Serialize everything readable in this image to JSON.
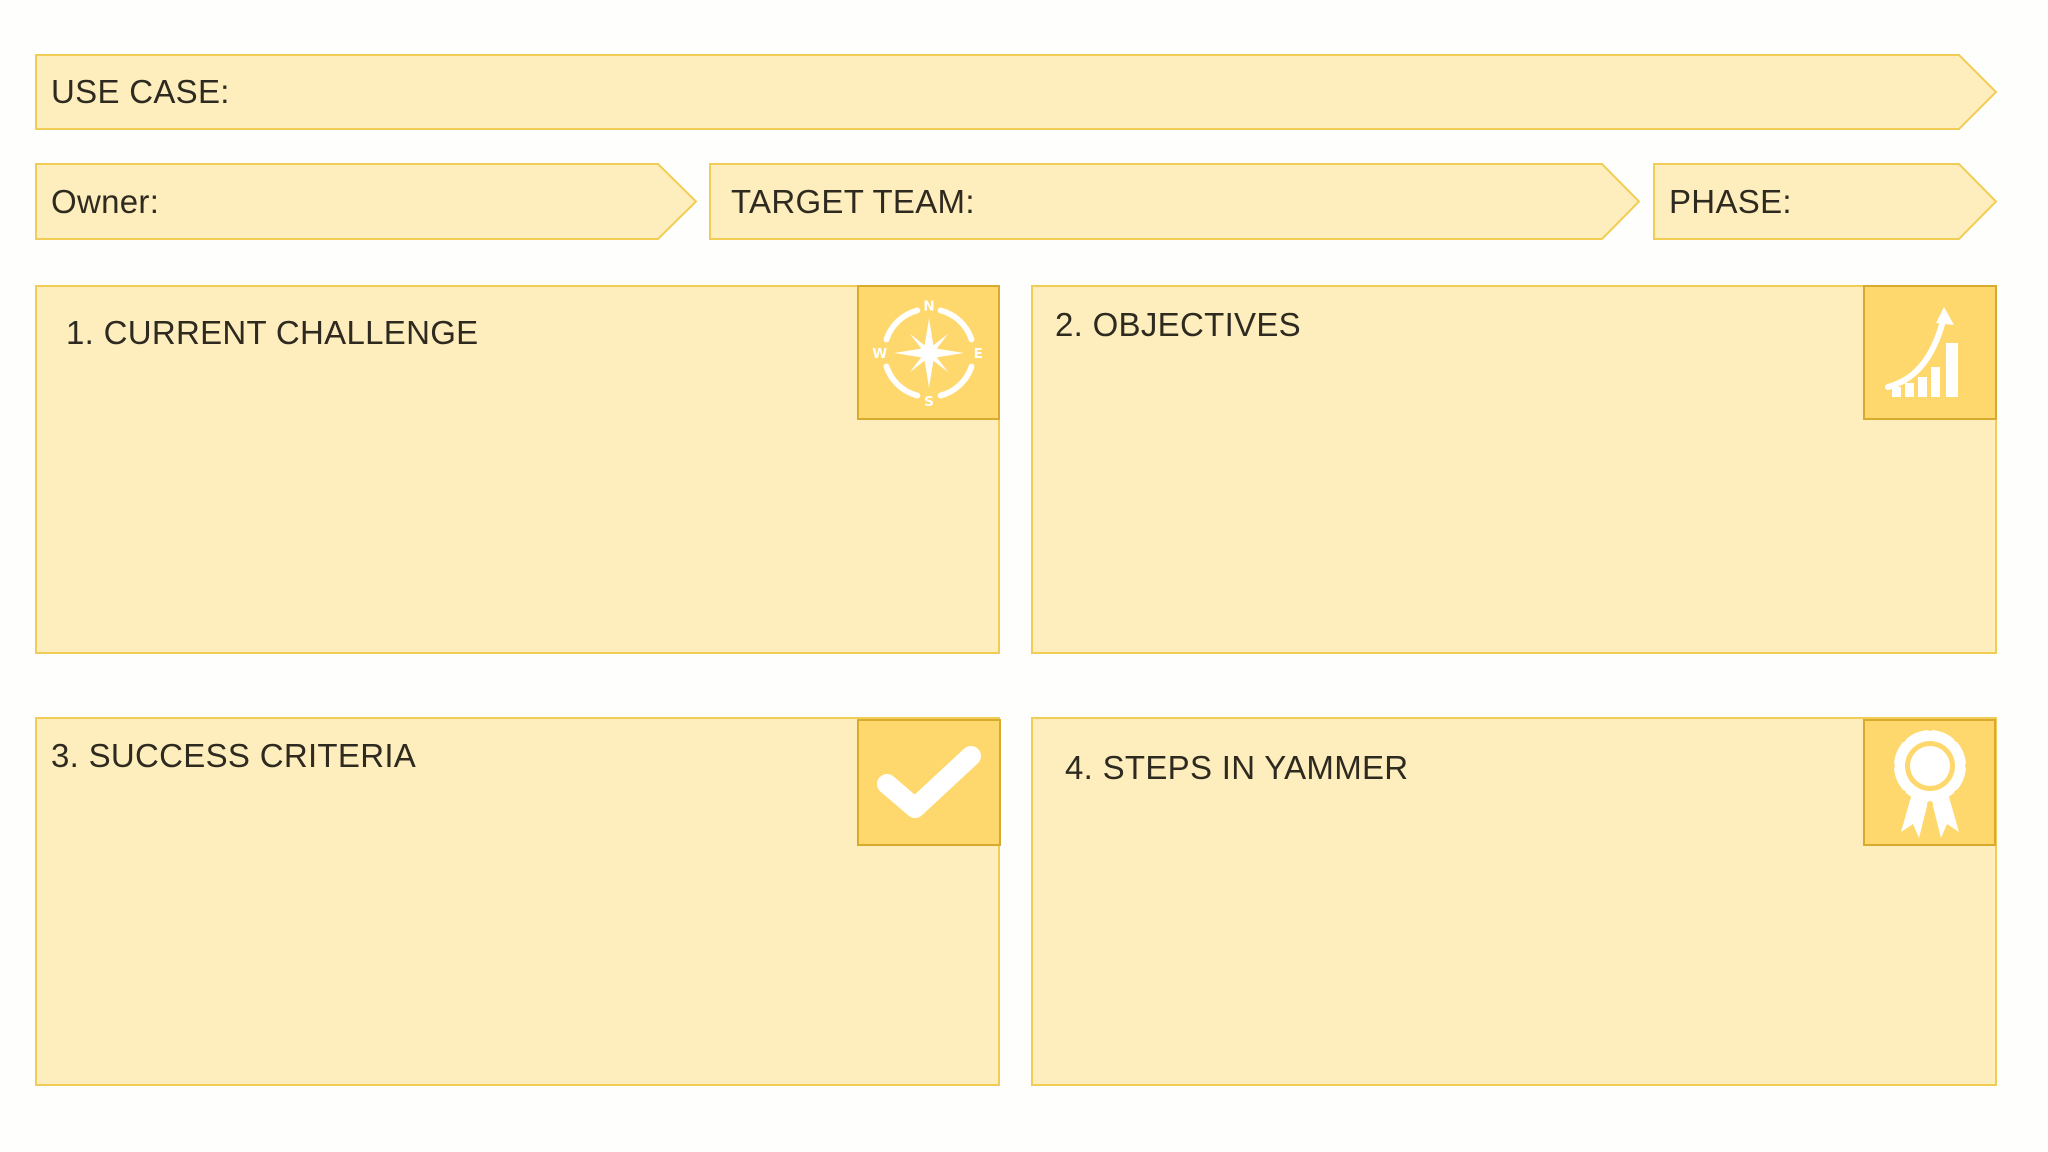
{
  "header": {
    "use_case_label": "USE CASE:",
    "owner_label": "Owner:",
    "target_team_label": "TARGET TEAM:",
    "phase_label": "PHASE:"
  },
  "sections": {
    "challenge": {
      "title": "1. CURRENT CHALLENGE",
      "icon": "compass-icon"
    },
    "objectives": {
      "title": "2. OBJECTIVES",
      "icon": "growth-chart-icon"
    },
    "success": {
      "title": "3. SUCCESS CRITERIA",
      "icon": "checkmark-icon"
    },
    "steps": {
      "title": "4. STEPS IN YAMMER",
      "icon": "award-ribbon-icon"
    }
  },
  "colors": {
    "panel_fill": "#feeebd",
    "panel_border": "#f2cd56",
    "icon_tile_fill": "#fed86c",
    "icon_tile_border": "#d8ab2e",
    "icon_glyph": "#ffffff"
  }
}
